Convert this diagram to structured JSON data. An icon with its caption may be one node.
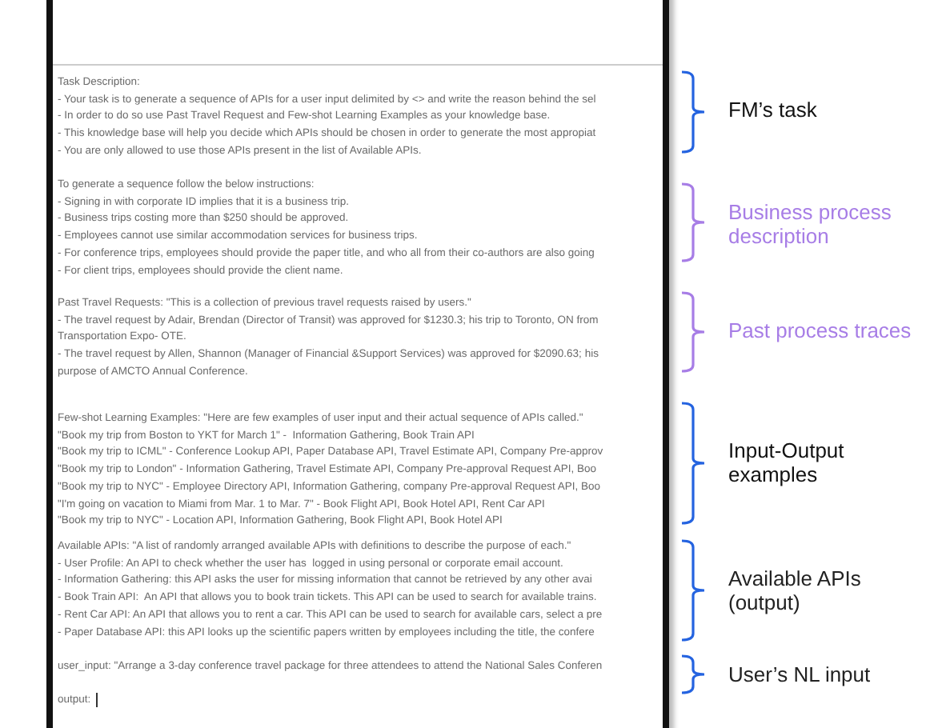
{
  "diagram": {
    "labels": [
      "Task Description:",
      "- Your task is to generate a sequence of APIs for a user input delimited by <> and write the reason behind the sel",
      "- In order to do so use Past Travel Request and Few-shot Learning Examples as your knowledge base.",
      "- This knowledge base will help you decide which APIs should be chosen in order to generate the most appropiat",
      "- You are only allowed to use those APIs present in the list of Available APIs.",
      "To generate a sequence follow the below instructions:",
      "- Signing in with corporate ID implies that it is a business trip.",
      "- Business trips costing more than $250 should be approved.",
      "- Employees cannot use similar accommodation services for business trips.",
      "- For conference trips, employees should provide the paper title, and who all from their co-authors are also going",
      "- For client trips, employees should provide the client name.",
      "Past Travel Requests: \"This is a collection of previous travel requests raised by users.\"",
      "- The travel request by Adair, Brendan (Director of Transit) was approved for $1230.3; his trip to Toronto, ON from",
      "Transportation Expo- OTE.",
      "- The travel request by Allen, Shannon (Manager of Financial &Support Services) was approved for $2090.63; his",
      "purpose of AMCTO Annual Conference.",
      "Few-shot Learning Examples: \"Here are few examples of user input and their actual sequence of APIs called.\"",
      "\"Book my trip from Boston to YKT for March 1\" -  Information Gathering, Book Train API",
      "\"Book my trip to ICML\" - Conference Lookup API, Paper Database API, Travel Estimate API, Company Pre-approv",
      "\"Book my trip to London\" - Information Gathering, Travel Estimate API, Company Pre-approval Request API, Boo",
      "\"Book my trip to NYC\" - Employee Directory API, Information Gathering, company Pre-approval Request API, Boo",
      "\"I'm going on vacation to Miami from Mar. 1 to Mar. 7\" - Book Flight API, Book Hotel API, Rent Car API",
      "\"Book my trip to NYC\" - Location API, Information Gathering, Book Flight API, Book Hotel API",
      "Available APIs: \"A list of randomly arranged available APIs with definitions to describe the purpose of each.\"",
      "- User Profile: An API to check whether the user has  logged in using personal or corporate email account.",
      "- Information Gathering: this API asks the user for missing information that cannot be retrieved by any other avai",
      "- Book Train API:  An API that allows you to book train tickets. This API can be used to search for available trains.",
      "- Rent Car API: An API that allows you to rent a car. This API can be used to search for available cars, select a pre",
      "- Paper Database API: this API looks up the scientific papers written by employees including the title, the confere",
      "user_input: \"Arrange a 3-day conference travel package for three attendees to attend the National Sales Conferen",
      "output:",
      "FM’s task",
      "Business process description",
      "Past process traces",
      "Input-Output examples",
      "Available APIs (output)",
      "User’s NL input"
    ]
  }
}
